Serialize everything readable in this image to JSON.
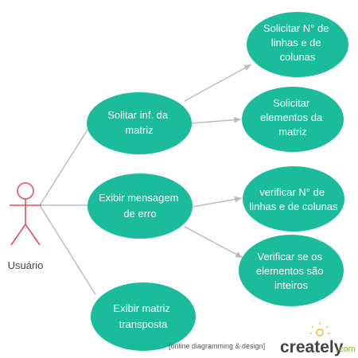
{
  "colors": {
    "use_case_fill": "#1bbc9b",
    "line": "#bdbdbd",
    "actor": "#e0505c",
    "brand_accent": "#8cb830"
  },
  "actor": {
    "label": "Usuário"
  },
  "use_cases": [
    {
      "id": "uc1",
      "lines": [
        "Solitar inf. da",
        "matriz"
      ]
    },
    {
      "id": "uc2",
      "lines": [
        "Exibir mensagem",
        "de erro"
      ]
    },
    {
      "id": "uc3",
      "lines": [
        "Exibir matriz",
        "transposta"
      ]
    },
    {
      "id": "uc4",
      "lines": [
        "Solicitar  N° de",
        "linhas e de",
        "colunas"
      ]
    },
    {
      "id": "uc5",
      "lines": [
        "Solicitar",
        "elementos da",
        "matriz"
      ]
    },
    {
      "id": "uc6",
      "lines": [
        "verificar N° de",
        "linhas e de colunas"
      ]
    },
    {
      "id": "uc7",
      "lines": [
        "Verificar se os",
        "elementos são",
        "inteiros"
      ]
    }
  ],
  "watermark": {
    "tagline": "[online diagramming & design]",
    "brand": "creately",
    "suffix": ".com",
    "icon": "lightbulb-icon"
  }
}
